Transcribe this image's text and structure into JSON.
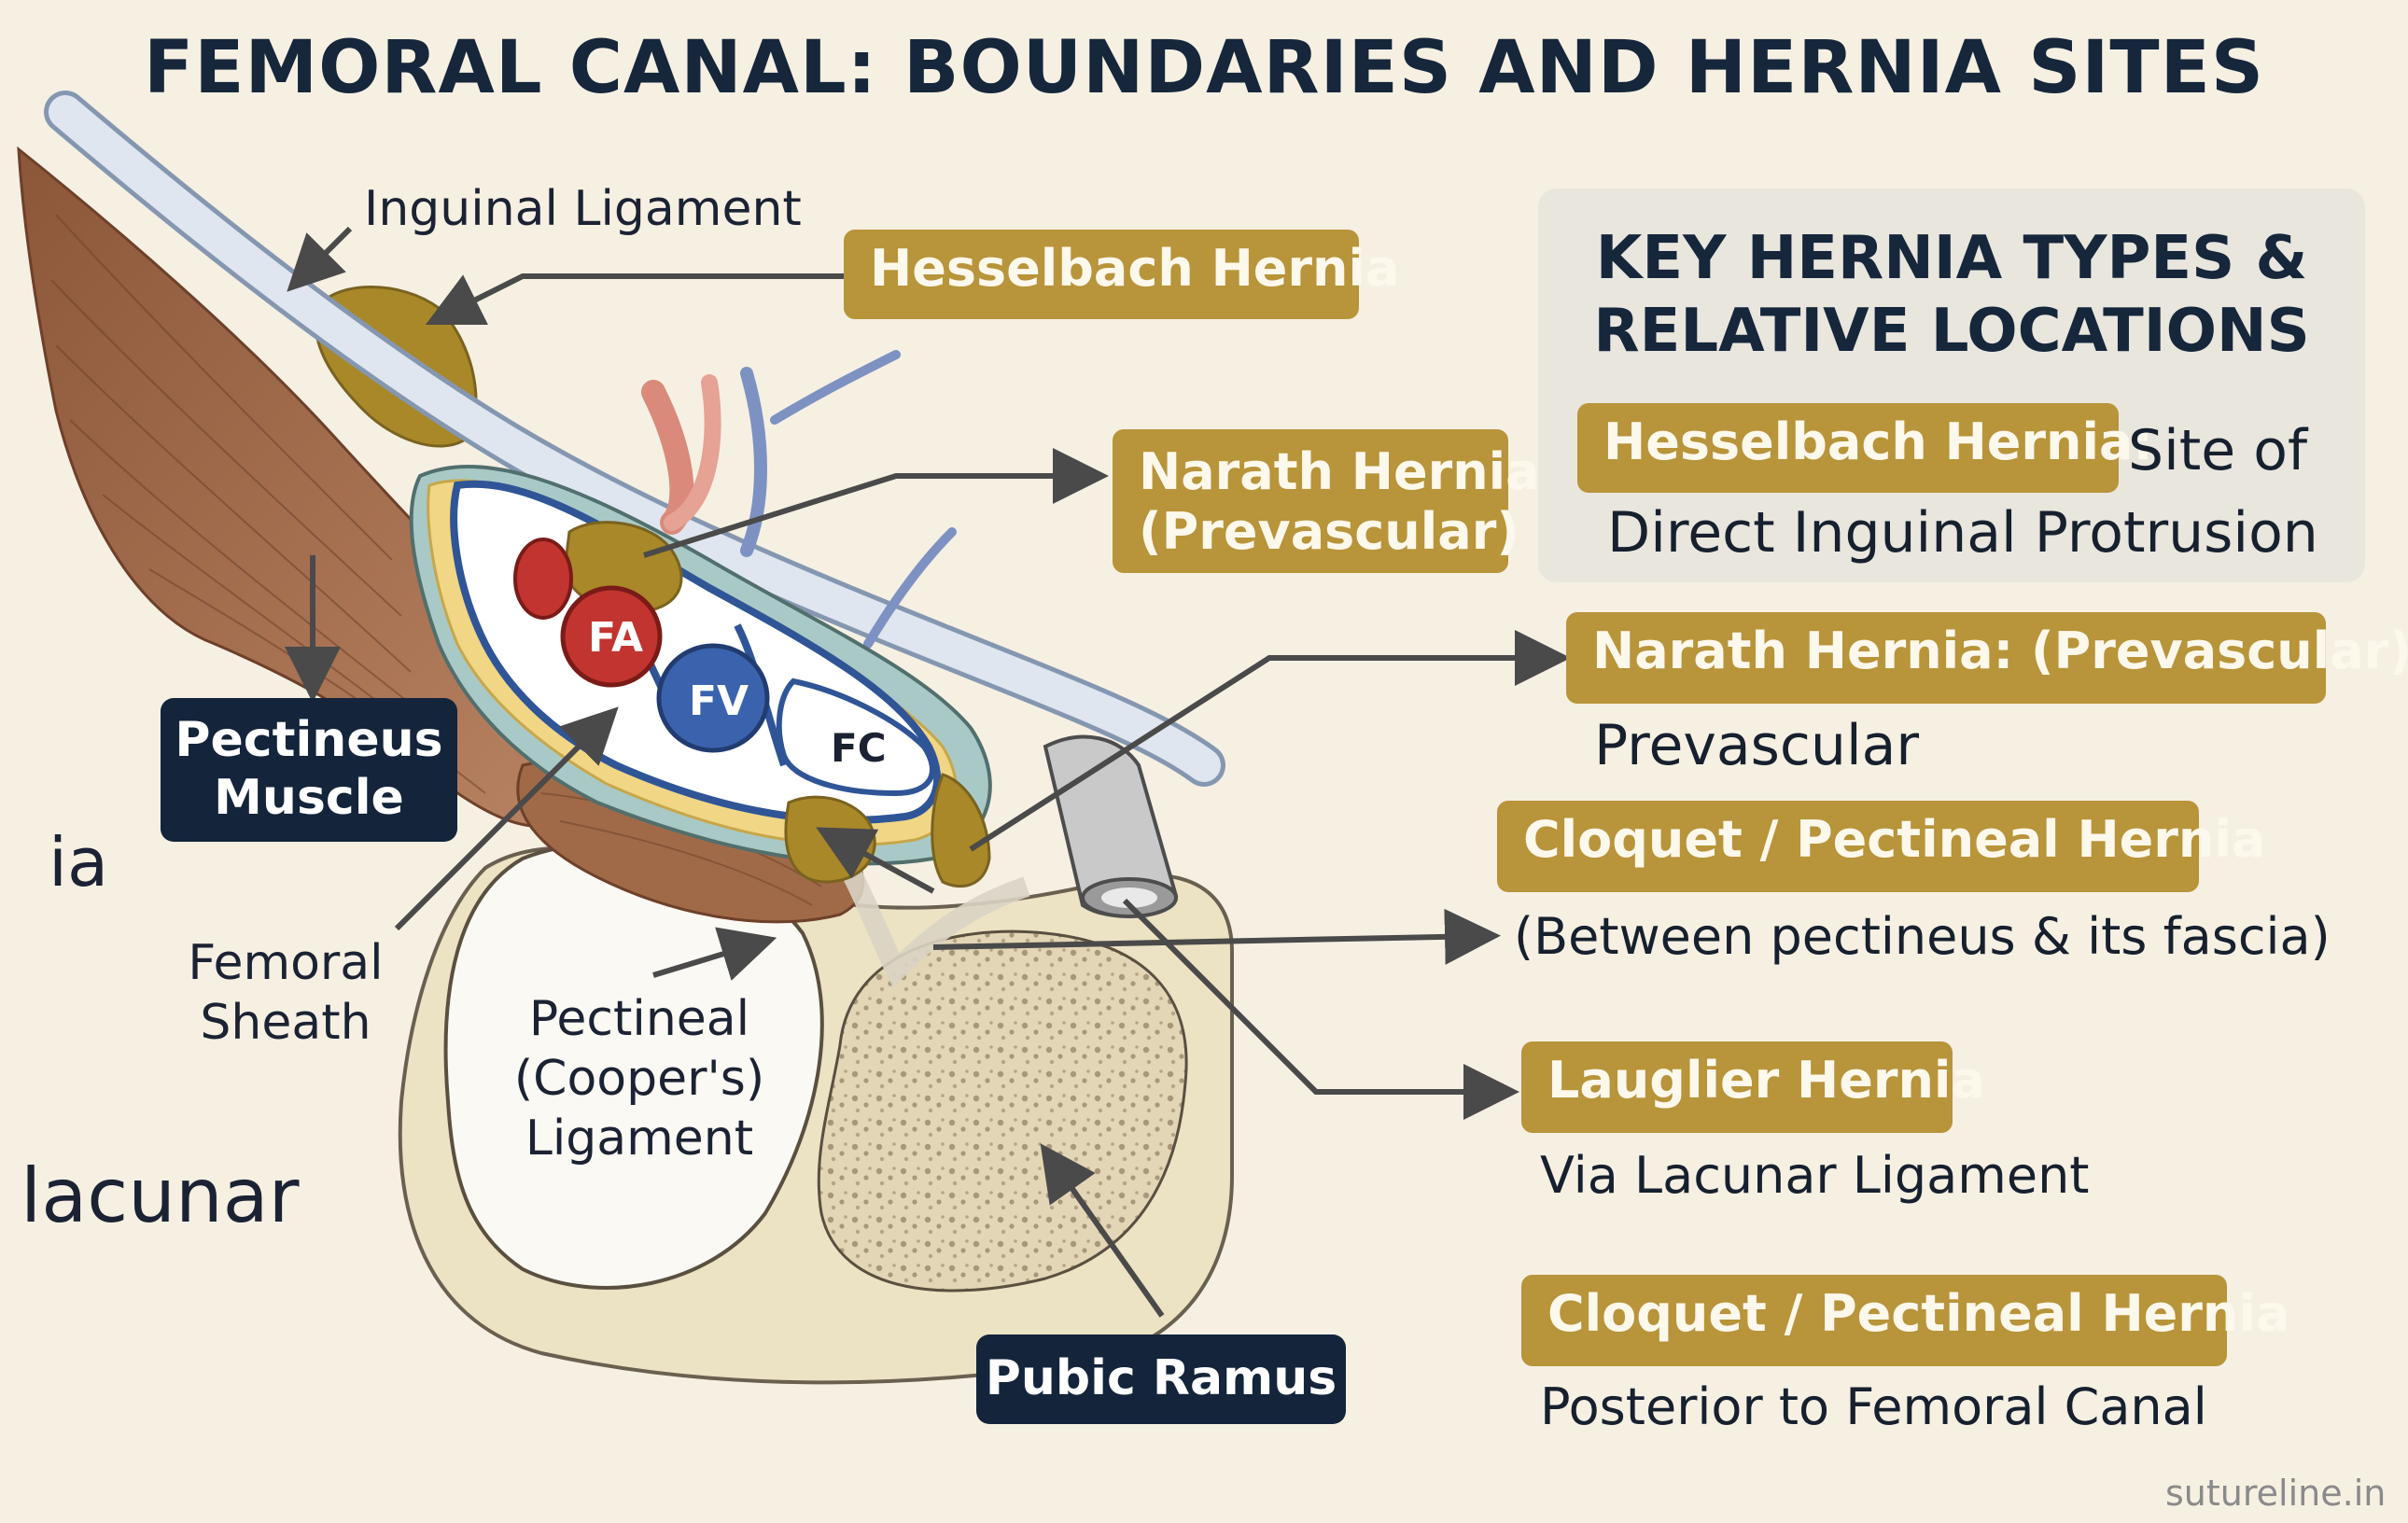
{
  "title": "FEMORAL CANAL: BOUNDARIES AND HERNIA SITES",
  "labels": {
    "inguinal_ligament": "Inguinal Ligament",
    "pectineus_muscle_line1": "Pectineus",
    "pectineus_muscle_line2": "Muscle",
    "femoral_sheath_line1": "Femoral",
    "femoral_sheath_line2": "Sheath",
    "pectineal_ligament_line1": "Pectineal",
    "pectineal_ligament_line2": "(Cooper's)",
    "pectineal_ligament_line3": "Ligament",
    "pubic_ramus": "Pubic Ramus",
    "fragment_ia": "ia",
    "fragment_lacunar": "lacunar",
    "fa": "FA",
    "fv": "FV",
    "fc": "FC"
  },
  "callouts": {
    "hesselbach": "Hesselbach Hernia",
    "narath_line1": "Narath Hernia",
    "narath_line2": "(Prevascular)",
    "narath2_label": "Narath Hernia: (Prevascular)",
    "narath2_desc": "Prevascular",
    "cloquet1_label": "Cloquet / Pectineal Hernia",
    "cloquet1_desc": "(Between pectineus & its fascia)",
    "laugier_label": "Lauglier Hernia",
    "laugier_desc": "Via Lacunar Ligament",
    "cloquet2_label": "Cloquet / Pectineal Hernia",
    "cloquet2_desc": "Posterior to Femoral Canal"
  },
  "key_panel": {
    "title_line1": "KEY HERNIA TYPES &",
    "title_line2": "RELATIVE LOCATIONS",
    "item_label": "Hesselbach Hernia:",
    "item_desc_line1": "Site of",
    "item_desc_line2": "Direct Inguinal Protrusion"
  },
  "watermark": "sutureline.in",
  "colors": {
    "navy": "#13243b",
    "gold": "#b8943a",
    "artery": "#c2342f",
    "vein": "#3b63ad",
    "muscle": "#9c6646",
    "bone": "#ece2c4",
    "background": "#f6f0e3"
  }
}
